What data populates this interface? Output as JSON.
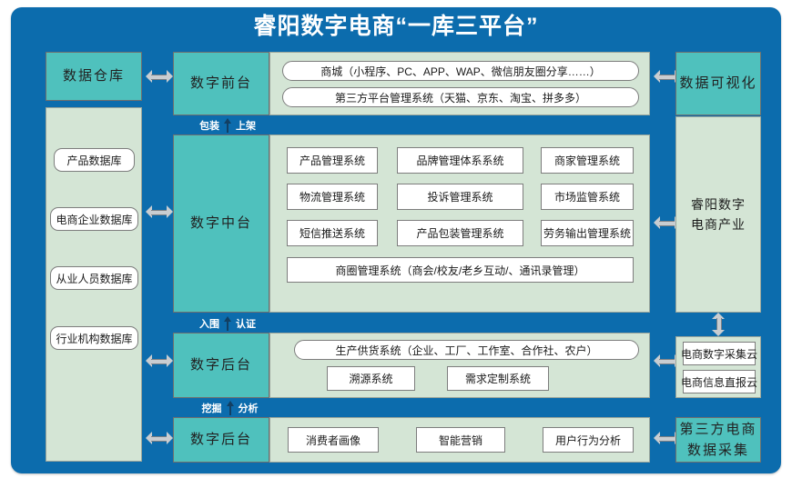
{
  "title": "睿阳数字电商“一库三平台”",
  "colors": {
    "frame_blue": "#0C6CAD",
    "teal": "#4FC1BD",
    "pale_green": "#D4E5D5",
    "box_white": "#FFFFFF",
    "arrow_grey": "#C9CDD1",
    "title_text": "#FFFFFF"
  },
  "left_column": {
    "header": "数据仓库",
    "databases": [
      "产品数据库",
      "电商企业数据库",
      "从业人员数据库",
      "行业机构数据库"
    ]
  },
  "connectors": [
    {
      "left": "包装",
      "right": "上架"
    },
    {
      "left": "入围",
      "right": "认证"
    },
    {
      "left": "挖掘",
      "right": "分析"
    }
  ],
  "center_rows": {
    "front_office": {
      "label": "数字前台",
      "items": [
        "商城（小程序、PC、APP、WAP、微信朋友圈分享……）",
        "第三方平台管理系统（天猫、京东、淘宝、拼多多）"
      ]
    },
    "middle_office": {
      "label": "数字中台",
      "grid": [
        "产品管理系统",
        "品牌管理体系系统",
        "商家管理系统",
        "物流管理系统",
        "投诉管理系统",
        "市场监管系统",
        "短信推送系统",
        "产品包装管理系统",
        "劳务输出管理系统"
      ],
      "wide_item": "商圈管理系统（商会/校友/老乡互动/、通讯录管理）"
    },
    "back_office_supply": {
      "label": "数字后台",
      "wide_item": "生产供货系统（企业、工厂、工作室、合作社、农户）",
      "items": [
        "溯源系统",
        "需求定制系统"
      ]
    },
    "back_office_analytics": {
      "label": "数字后台",
      "items": [
        "消费者画像",
        "智能营销",
        "用户行为分析"
      ]
    }
  },
  "right_column": {
    "visualization": "数据可视化",
    "industry": "睿阳数字\n电商产业",
    "industry_line1": "睿阳数字",
    "industry_line2": "电商产业",
    "clouds": [
      "电商数字采集云",
      "电商信息直报云"
    ],
    "third_party_line1": "第三方电商",
    "third_party_line2": "数据采集"
  }
}
